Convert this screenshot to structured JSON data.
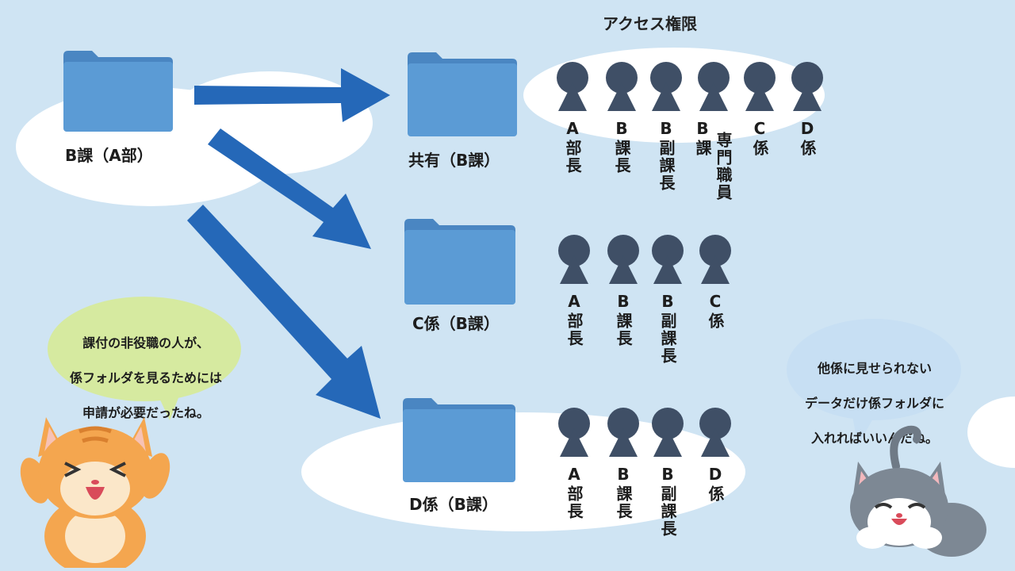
{
  "header": {
    "title": "アクセス権限"
  },
  "folders": {
    "source": "B課（A部）",
    "shared": "共有（B課）",
    "c_team": "C係（B課）",
    "d_team": "D係（B課）"
  },
  "access_rows": {
    "shared": [
      {
        "label": "A部長",
        "icon": "person-icon"
      },
      {
        "label": "B課長",
        "icon": "person-icon"
      },
      {
        "label": "B副課長",
        "icon": "person-icon"
      },
      {
        "label_top": "B課",
        "label_side": "専門職員",
        "icon": "person-icon"
      },
      {
        "label": "C係",
        "icon": "person-icon"
      },
      {
        "label": "D係",
        "icon": "person-icon"
      }
    ],
    "c_team": [
      {
        "label": "A部長",
        "icon": "person-icon"
      },
      {
        "label": "B課長",
        "icon": "person-icon"
      },
      {
        "label": "B副課長",
        "icon": "person-icon"
      },
      {
        "label": "C係",
        "icon": "person-icon"
      }
    ],
    "d_team": [
      {
        "label": "A部長",
        "icon": "person-icon"
      },
      {
        "label": "B課長",
        "icon": "person-icon"
      },
      {
        "label": "B副課長",
        "icon": "person-icon"
      },
      {
        "label": "D係",
        "icon": "person-icon"
      }
    ]
  },
  "speech_left": {
    "lines": [
      "課付の非役職の人が、",
      "係フォルダを見るためには",
      "申請が必要だったね。"
    ],
    "color": "#d6eaa0"
  },
  "speech_right": {
    "lines": [
      "他係に見せられない",
      "データだけ係フォルダに",
      "入れればいいんだね。"
    ],
    "color": "#c7dff3"
  },
  "colors": {
    "background": "#cfe4f3",
    "folder": "#5b9bd5",
    "arrow": "#2568b8",
    "person": "#3f4f66"
  }
}
